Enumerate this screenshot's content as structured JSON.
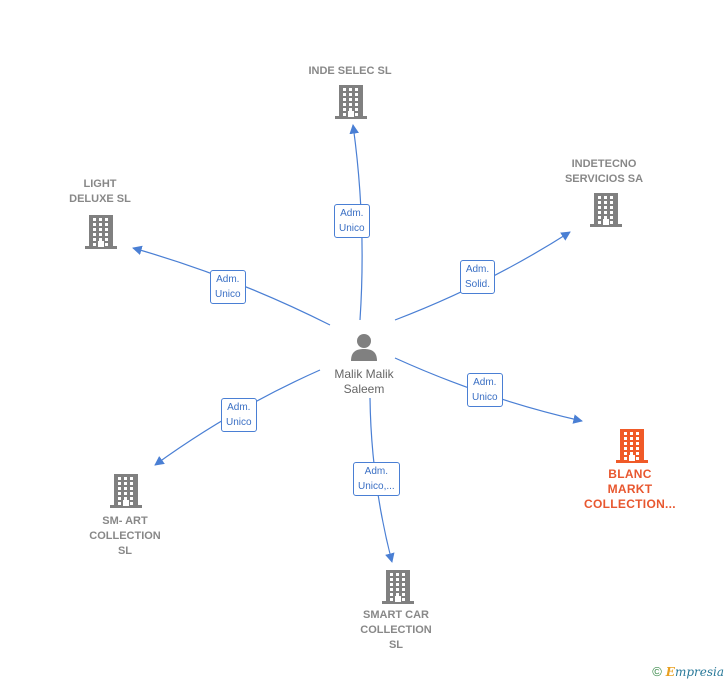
{
  "colors": {
    "edge": "#4a7fd4",
    "building": "#808080",
    "building_main": "#f05a28",
    "person": "#808080"
  },
  "center": {
    "name": "Malik Malik\nSaleem"
  },
  "companies": [
    {
      "id": "inde",
      "name": "INDE SELEC SL",
      "highlight": false
    },
    {
      "id": "indetecno",
      "name": "INDETECNO\nSERVICIOS SA",
      "highlight": false
    },
    {
      "id": "light",
      "name": "LIGHT\nDELUXE  SL",
      "highlight": false
    },
    {
      "id": "blanc",
      "name": "BLANC\nMARKT\nCOLLECTION...",
      "highlight": true
    },
    {
      "id": "smart",
      "name": "SM- ART\nCOLLECTION\nSL",
      "highlight": false
    },
    {
      "id": "smartcar",
      "name": "SMART CAR\nCOLLECTION\nSL",
      "highlight": false
    }
  ],
  "relations": [
    {
      "target": "inde",
      "label": "Adm.\nUnico"
    },
    {
      "target": "indetecno",
      "label": "Adm.\nSolid."
    },
    {
      "target": "light",
      "label": "Adm.\nUnico"
    },
    {
      "target": "blanc",
      "label": "Adm.\nUnico"
    },
    {
      "target": "smart",
      "label": "Adm.\nUnico"
    },
    {
      "target": "smartcar",
      "label": "Adm.\nUnico,..."
    }
  ],
  "footer": {
    "copyright": "©",
    "brand_initial": "E",
    "brand_rest": "mpresia"
  }
}
